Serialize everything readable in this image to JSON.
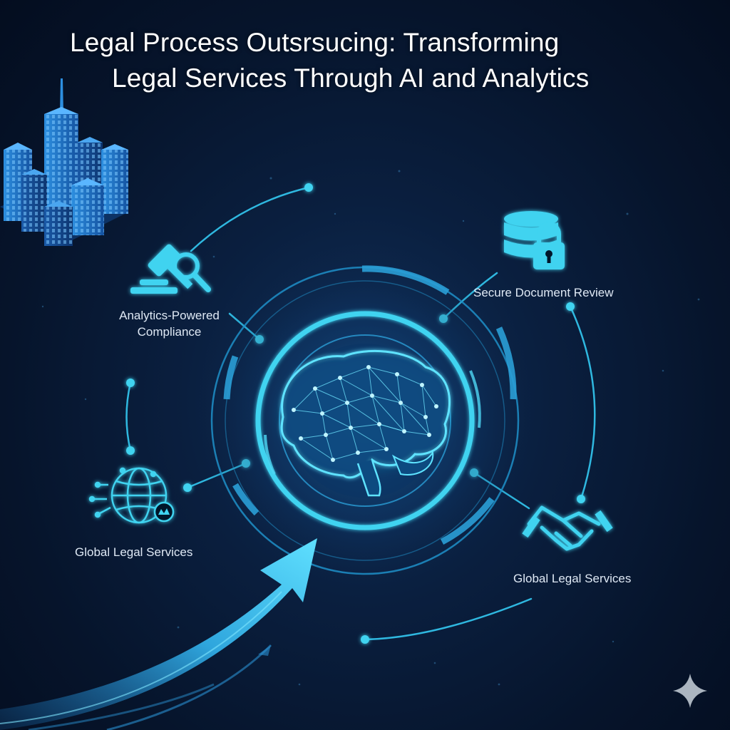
{
  "title": {
    "line1": "Legal Process Outsrsucing: Transforming",
    "line2": "Legal Services Through AI and Analytics"
  },
  "nodes": [
    {
      "id": "compliance",
      "label_lines": [
        "Analytics-Powered",
        "Compliance"
      ],
      "icon": "gavel-magnifier-icon"
    },
    {
      "id": "secure-review",
      "label": "Secure Document Review",
      "icon": "database-lock-icon"
    },
    {
      "id": "global-left",
      "label": "Global Legal Services",
      "icon": "globe-network-icon"
    },
    {
      "id": "global-right",
      "label": "Global Legal Services",
      "icon": "handshake-icon"
    }
  ],
  "hub": {
    "icon": "brain-network-icon"
  },
  "decor": {
    "skyline_icon": "city-skyline-icon",
    "arrow_icon": "growth-arrow-icon",
    "sparkle_icon": "sparkle-icon"
  },
  "colors": {
    "background": "#06142b",
    "accent": "#3fd3f0",
    "accent_dim": "#1c7fb8",
    "text": "#ffffff"
  }
}
